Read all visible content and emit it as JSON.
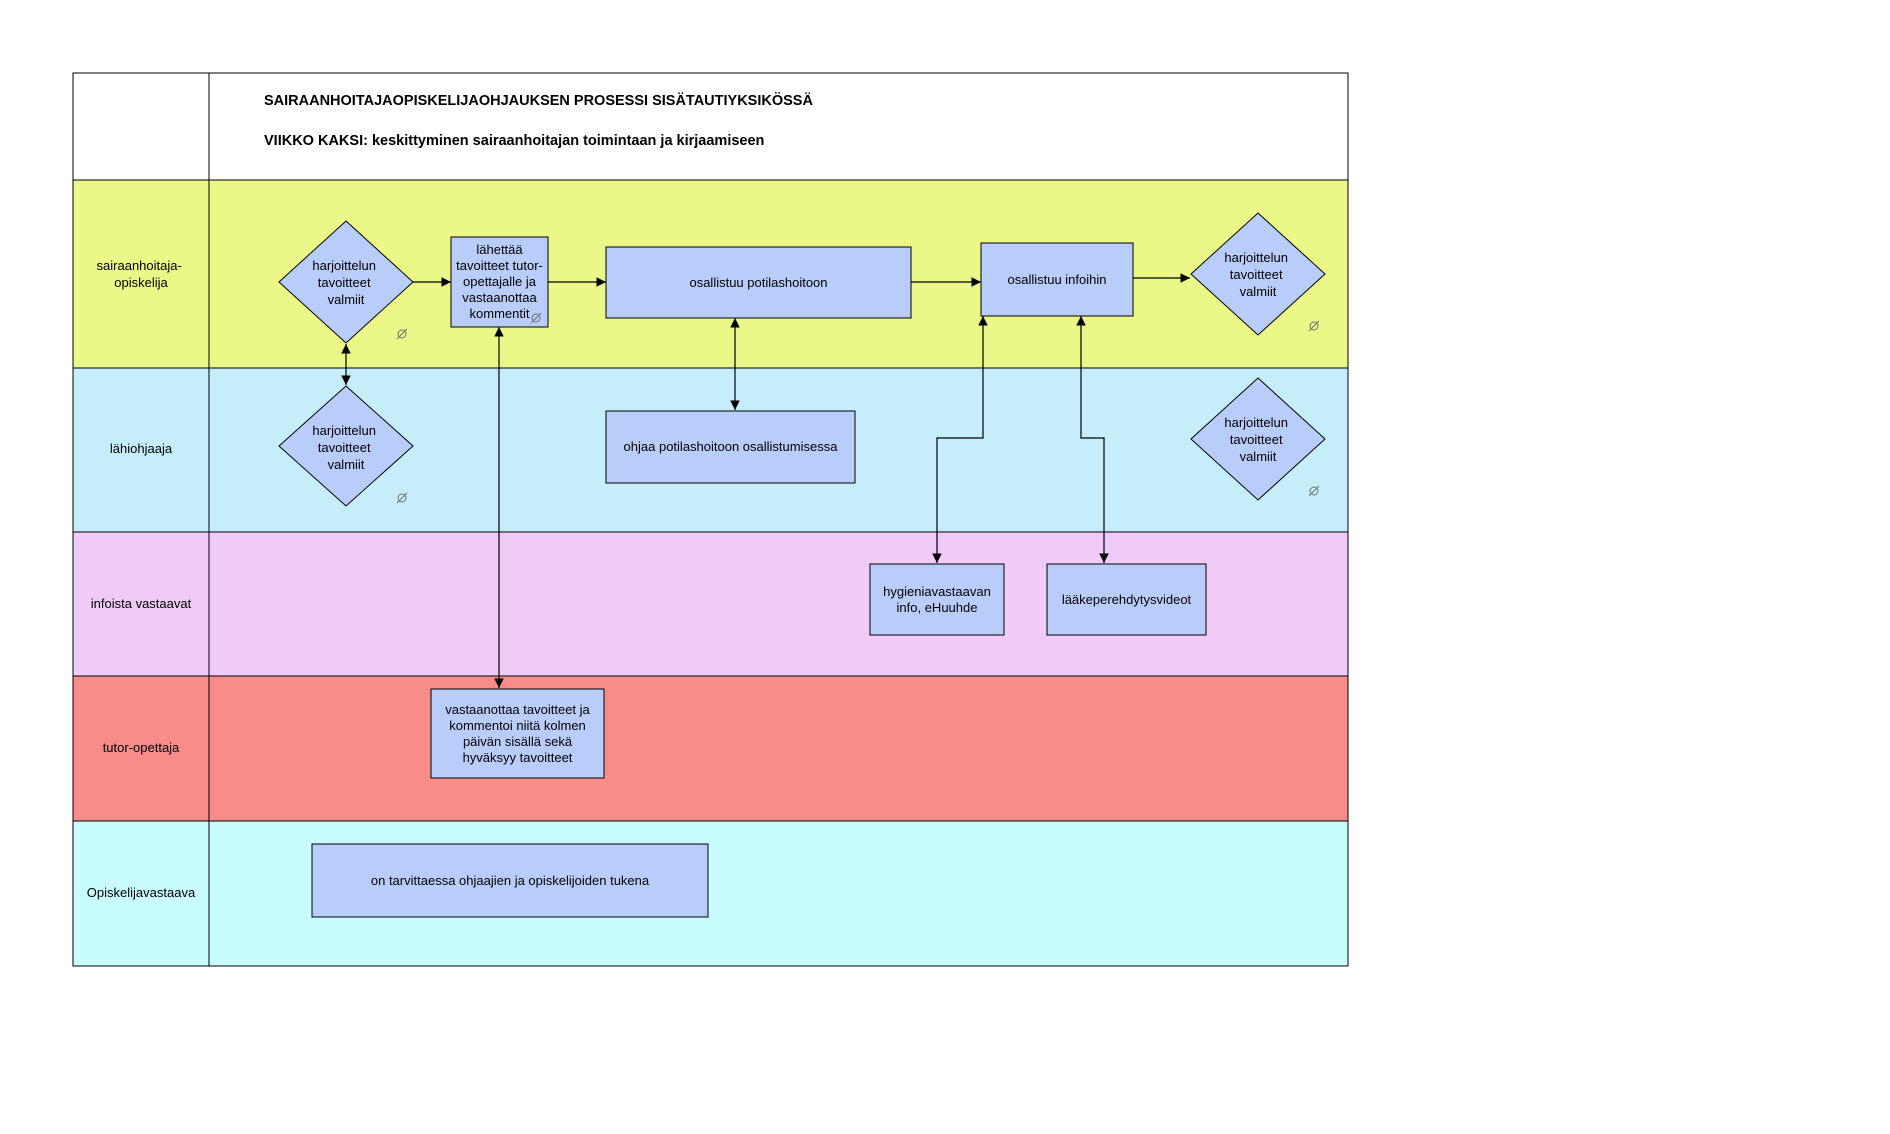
{
  "title": {
    "line1": "SAIRAANHOITAJAOPISKELIJAOHJAUKSEN PROSESSI SISÄTAUTIYKSIKÖSSÄ",
    "line2": "VIIKKO KAKSI: keskittyminen sairaanhoitajan toimintaan ja kirjaamiseen"
  },
  "lanes": [
    {
      "id": "student",
      "label_lines": [
        "sairaanhoitaja-",
        "opiskelija"
      ],
      "color": "#ebf787"
    },
    {
      "id": "supervisor",
      "label_lines": [
        "lähiohjaaja"
      ],
      "color": "#c5eefa"
    },
    {
      "id": "info",
      "label_lines": [
        "infoista vastaavat"
      ],
      "color": "#f0cbf7"
    },
    {
      "id": "tutor",
      "label_lines": [
        "tutor-opettaja"
      ],
      "color": "#f88c88"
    },
    {
      "id": "coord",
      "label_lines": [
        "Opiskelijavastaava"
      ],
      "color": "#c8fcff"
    }
  ],
  "nodes": {
    "d1": {
      "shape": "diamond",
      "lines": [
        "harjoittelun",
        "tavoitteet",
        "valmiit"
      ],
      "link_icon": true
    },
    "b_send": {
      "shape": "box",
      "text": "lähettää tavoitteet tutor-opettajalle ja vastaanottaa kommentit",
      "link_icon": true
    },
    "b_care": {
      "shape": "box",
      "text": "osallistuu potilashoitoon"
    },
    "b_infos": {
      "shape": "box",
      "text": "osallistuu infoihin"
    },
    "d2": {
      "shape": "diamond",
      "lines": [
        "harjoittelun",
        "tavoitteet",
        "valmiit"
      ],
      "link_icon": true
    },
    "d3": {
      "shape": "diamond",
      "lines": [
        "harjoittelun",
        "tavoitteet",
        "valmiit"
      ],
      "link_icon": true
    },
    "b_guide": {
      "shape": "box",
      "text": "ohjaa potilashoitoon osallistumisessa"
    },
    "d4": {
      "shape": "diamond",
      "lines": [
        "harjoittelun",
        "tavoitteet",
        "valmiit"
      ],
      "link_icon": true
    },
    "b_hyg": {
      "shape": "box",
      "text": "hygieniavastaavan info, eHuuhde"
    },
    "b_med": {
      "shape": "box",
      "text": "lääkeperehdytysvideot"
    },
    "b_tutor": {
      "shape": "box",
      "text": "vastaanottaa tavoitteet ja kommentoi niitä kolmen päivän sisällä sekä hyväksyy tavoitteet"
    },
    "b_coord": {
      "shape": "box",
      "text": "on tarvittaessa ohjaajien ja opiskelijoiden tukena"
    }
  },
  "colors": {
    "shape_fill": "#b9cdfb",
    "stroke": "#000000"
  }
}
